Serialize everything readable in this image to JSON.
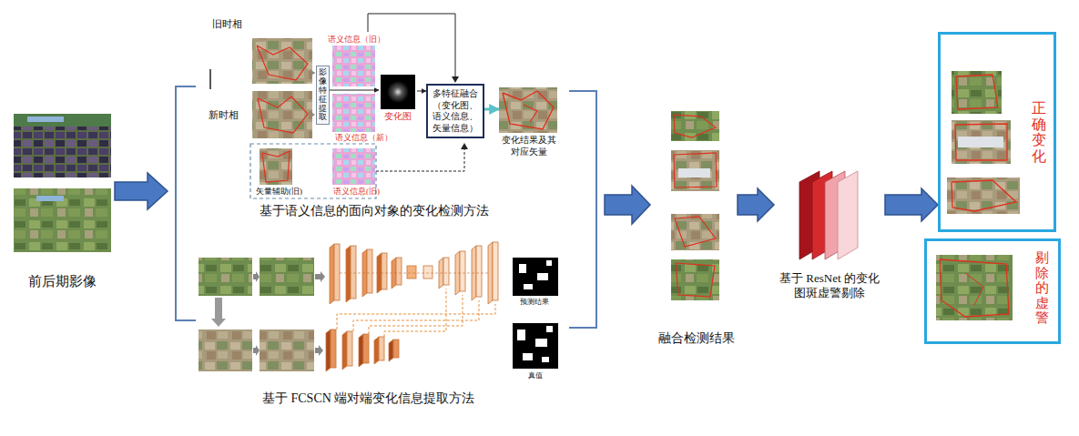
{
  "diagram": {
    "nodes": [
      {
        "text": [
          "前后期影像"
        ]
      },
      {
        "text": [
          "影像特征提取"
        ]
      },
      {
        "text": [
          "变化图"
        ]
      },
      {
        "text": [
          "多特征融合（变化图、语义信息、矢量信息）"
        ]
      },
      {
        "text": [
          "变化结果及其对应矢量"
        ]
      },
      {
        "text": [
          "融合检测结果"
        ]
      },
      {
        "text": [
          "基于 ResNet 的变化图斑虚警剔除"
        ]
      },
      {
        "text": [
          "正确变化"
        ]
      },
      {
        "text": [
          "剔除的虚警"
        ]
      }
    ],
    "edges": [
      {
        "from": 1,
        "to": 2,
        "arrow": "to"
      },
      {
        "from": 2,
        "to": 3,
        "arrow": "to"
      },
      {
        "from": 3,
        "to": 4,
        "arrow": "to"
      },
      {
        "from": 5,
        "to": 6,
        "arrow": "to"
      },
      {
        "from": 6,
        "to": 7,
        "arrow": "to"
      }
    ],
    "labels": [
      "旧时相",
      "新时相",
      "语义信息（旧）",
      "语义信息（新）",
      "矢量辅助(旧)",
      "语义信息(旧)",
      "基于语义信息的面向对象的变化检测方法",
      "预测结果",
      "真值",
      "基于 FCSCN 端对端变化信息提取方法"
    ]
  }
}
